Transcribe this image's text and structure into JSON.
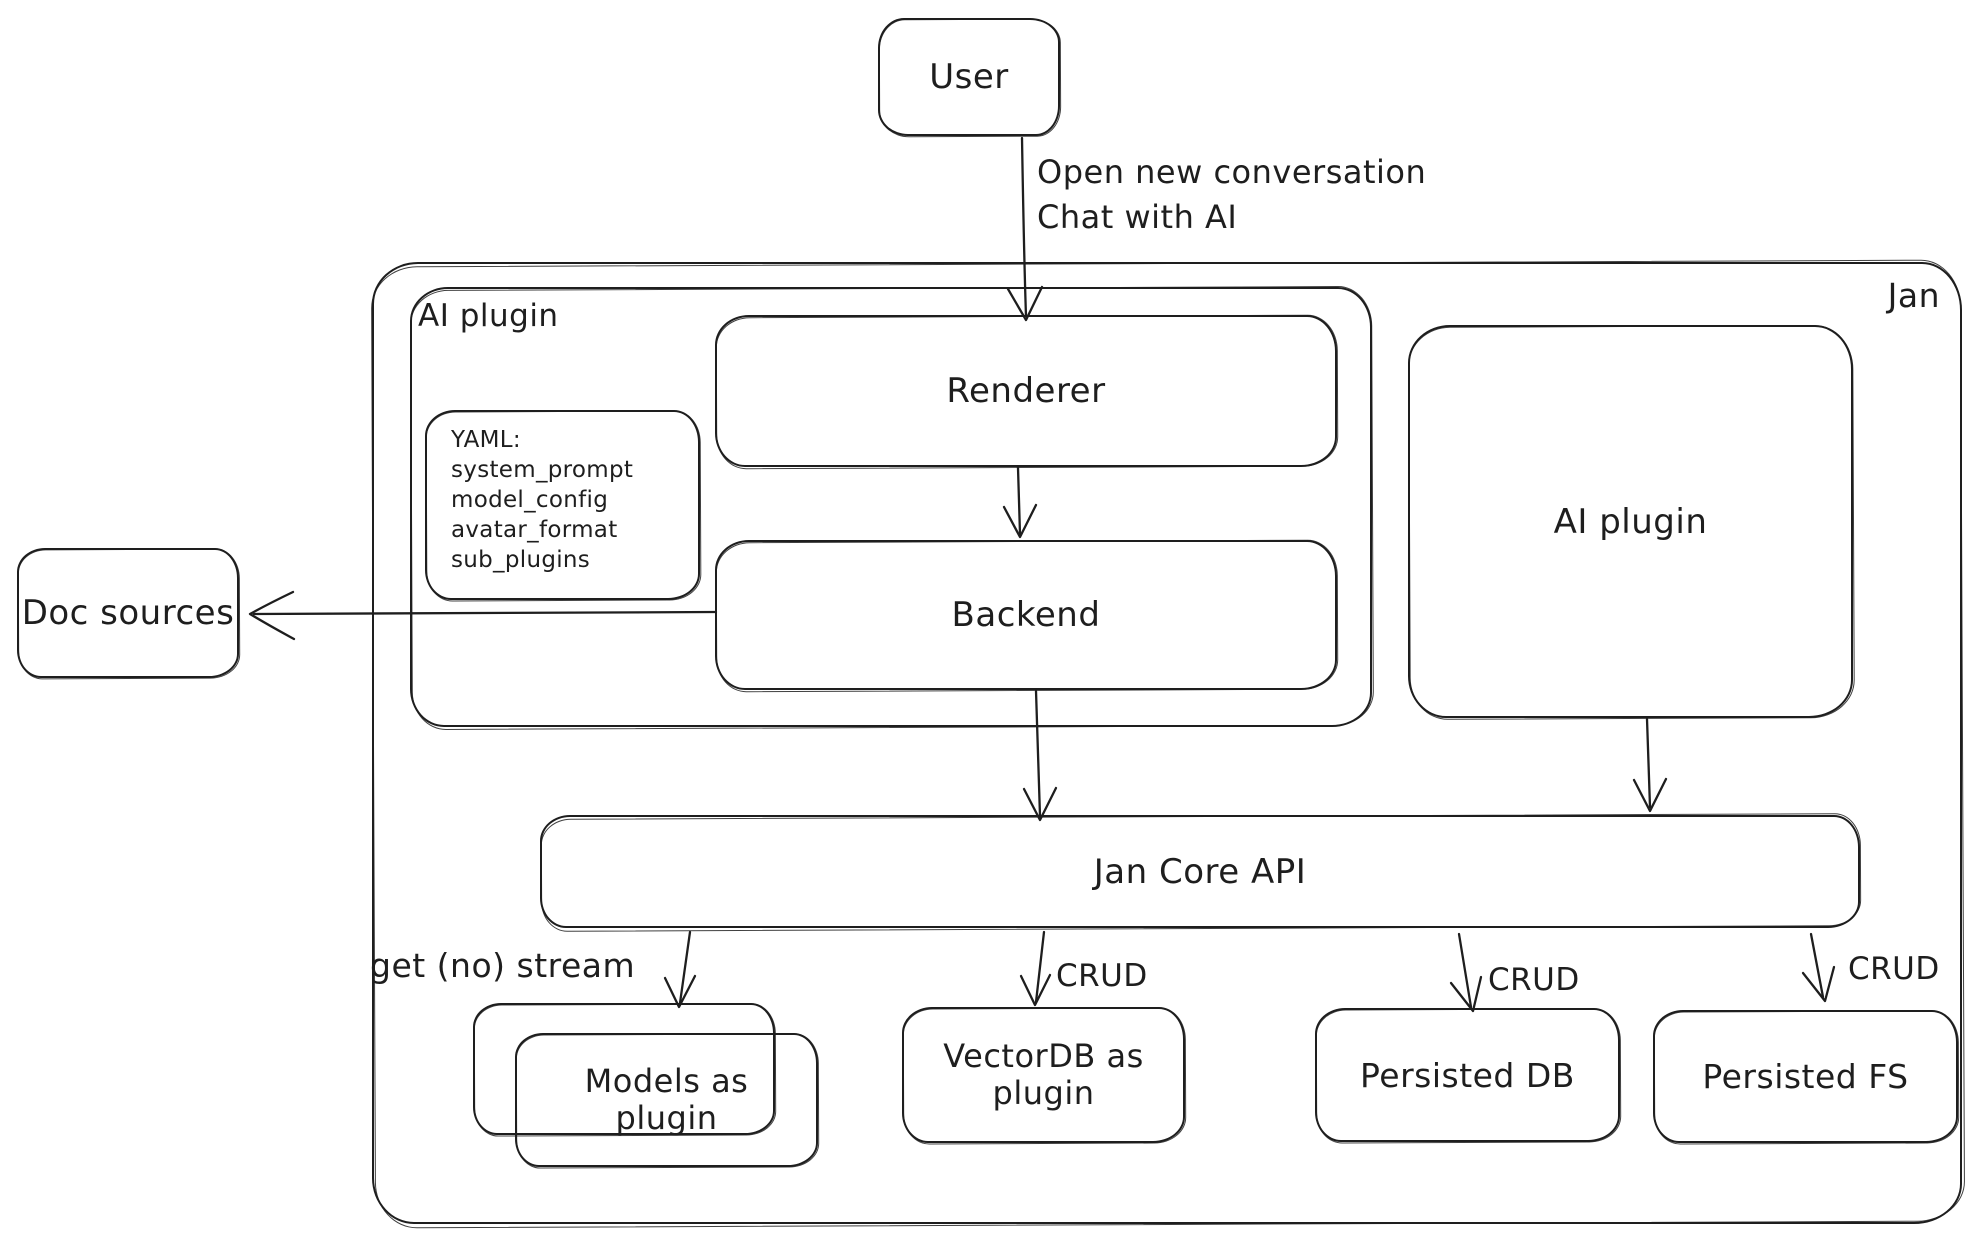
{
  "canvas": {
    "background": "#ffffff",
    "ink": "#1e1e1e"
  },
  "nodes": {
    "user": {
      "label": "User"
    },
    "jan": {
      "label": "Jan"
    },
    "ai_plugin_group": {
      "label": "AI plugin"
    },
    "yaml_note": {
      "lines": [
        "YAML:",
        "system_prompt",
        "model_config",
        "avatar_format",
        "sub_plugins"
      ]
    },
    "renderer": {
      "label": "Renderer"
    },
    "backend": {
      "label": "Backend"
    },
    "doc_sources": {
      "label": "Doc sources"
    },
    "ai_plugin_box": {
      "label": "AI plugin"
    },
    "jan_core_api": {
      "label": "Jan Core API"
    },
    "models_plugin": {
      "label": "Models as plugin"
    },
    "vectordb_plugin": {
      "label": "VectorDB as plugin"
    },
    "persisted_db": {
      "label": "Persisted DB"
    },
    "persisted_fs": {
      "label": "Persisted FS"
    }
  },
  "edges": {
    "user_to_renderer": {
      "line1": "Open new conversation",
      "line2": "Chat with AI"
    },
    "core_to_models": {
      "label": "get (no) stream"
    },
    "core_to_vectordb": {
      "label": "CRUD"
    },
    "core_to_persisted_db": {
      "label": "CRUD"
    },
    "core_to_persisted_fs": {
      "label": "CRUD"
    }
  }
}
